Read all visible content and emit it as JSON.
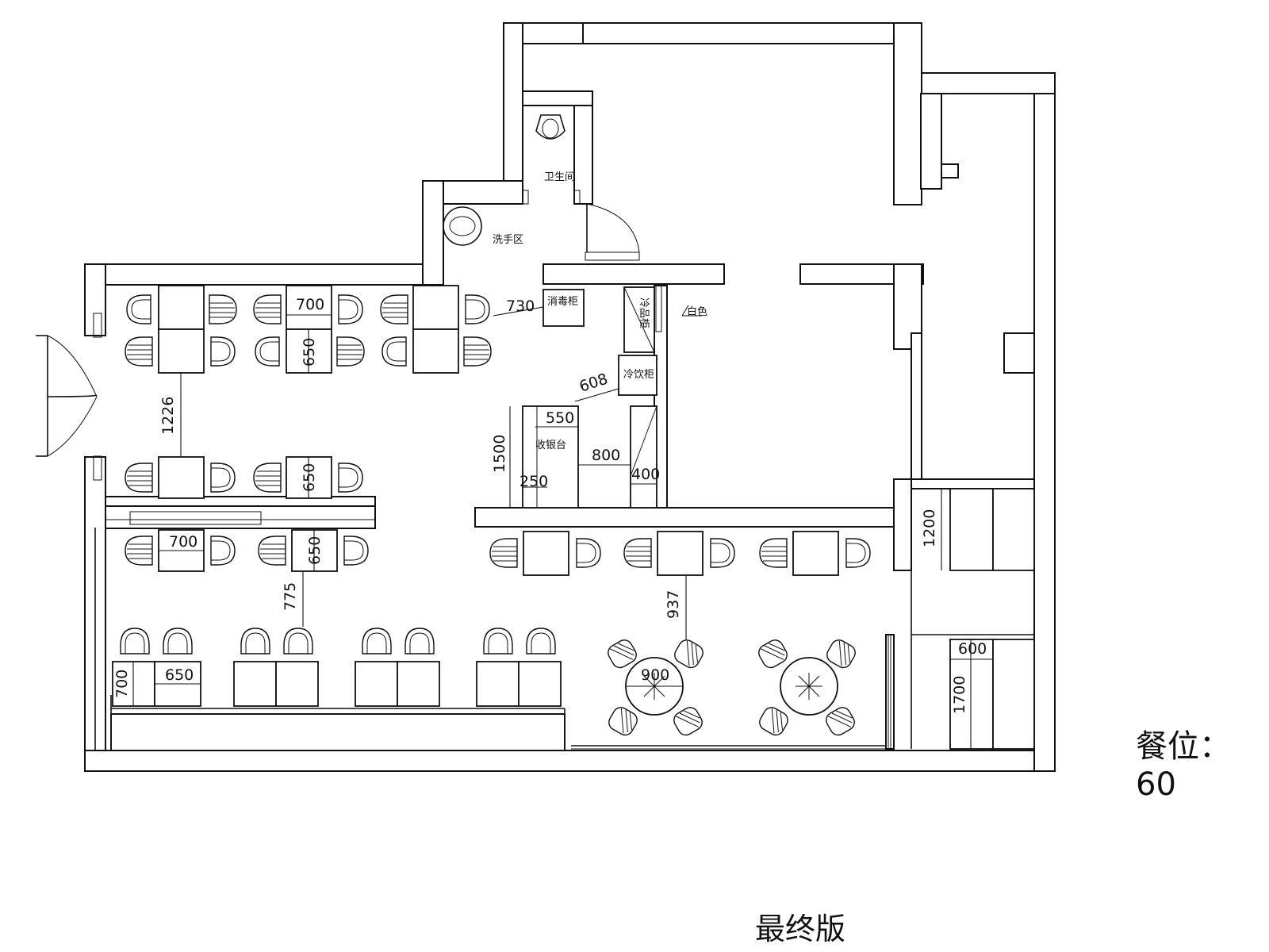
{
  "rooms": {
    "restroom": "卫生间",
    "handwash": "洗手区",
    "disinfection_cabinet": "消毒柜",
    "cold_drinks_cabinet": "冷饮柜",
    "cashier": "收银台",
    "small_label": "白色",
    "vertical_cabinet": "冷品柜"
  },
  "dimensions": {
    "d700a": "700",
    "d650a": "650",
    "d730": "730",
    "d1226": "1226",
    "d608": "608",
    "d550": "550",
    "d800": "800",
    "d1500": "1500",
    "d250": "250",
    "d400": "400",
    "d650b": "650",
    "d700b": "700",
    "d650c": "650",
    "d775": "775",
    "d937": "937",
    "d650d": "650",
    "d700c": "700",
    "d900": "900",
    "d1200": "1200",
    "d600": "600",
    "d1700": "1700"
  },
  "seat_count": "餐位：60",
  "version": "最终版"
}
